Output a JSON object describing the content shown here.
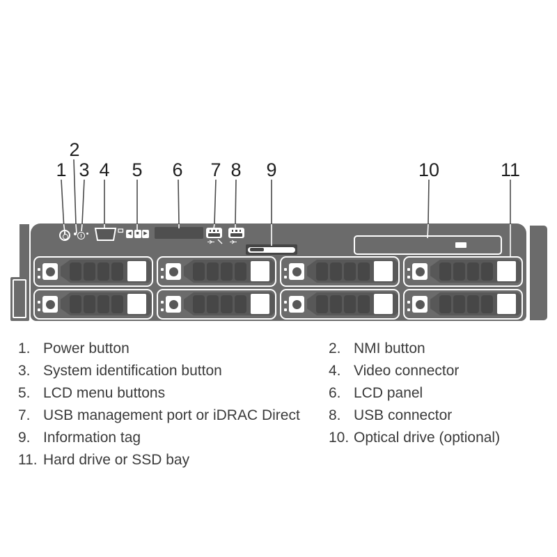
{
  "colors": {
    "chassis": "#6b6b6b",
    "slot": "#585858",
    "vent": "#474747",
    "lcd": "#4f4f4f",
    "line": "#4a4a4a",
    "num": "#1f1f1f",
    "text": "#3a3a3a"
  },
  "callouts": {
    "labels": [
      "1",
      "2",
      "3",
      "4",
      "5",
      "6",
      "7",
      "8",
      "9",
      "10",
      "11"
    ]
  },
  "panel": {
    "lcd_buttons": {
      "left_glyph": "◀",
      "select_glyph": "■",
      "right_glyph": "▶"
    },
    "icons": [
      "power-icon",
      "nmi-recessed-button-icon",
      "system-id-icon",
      "video-connector-icon",
      "usb-icon",
      "wrench-icon"
    ]
  },
  "drive_bays": {
    "rows": 2,
    "columns": 4,
    "count": 8
  },
  "legend": {
    "items": [
      {
        "num": "1.",
        "text": "Power button"
      },
      {
        "num": "2.",
        "text": "NMI button"
      },
      {
        "num": "3.",
        "text": "System identification button"
      },
      {
        "num": "4.",
        "text": "Video connector"
      },
      {
        "num": "5.",
        "text": "LCD menu buttons"
      },
      {
        "num": "6.",
        "text": "LCD panel"
      },
      {
        "num": "7.",
        "text": "USB management port or iDRAC Direct"
      },
      {
        "num": "8.",
        "text": "USB connector"
      },
      {
        "num": "9.",
        "text": "Information tag"
      },
      {
        "num": "10.",
        "text": "Optical drive (optional)"
      },
      {
        "num": "11.",
        "text": "Hard drive or SSD bay"
      }
    ]
  }
}
